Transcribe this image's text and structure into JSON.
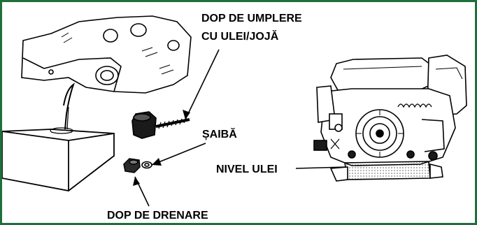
{
  "labels": {
    "fill_cap_line1": "DOP DE UMPLERE",
    "fill_cap_line2": "CU ULEI/JOJĂ",
    "washer": "ȘAIBĂ",
    "oil_level": "NIVEL ULEI",
    "drain_plug": "DOP DE DRENARE"
  },
  "colors": {
    "frame": "#1f6f3a",
    "ink": "#000000"
  }
}
